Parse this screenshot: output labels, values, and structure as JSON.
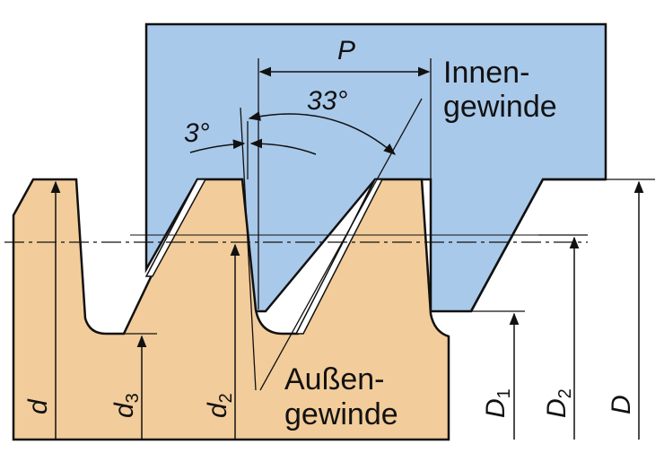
{
  "colors": {
    "internal_thread_fill": "#a9c9ea",
    "external_thread_fill": "#f2cc9a",
    "line": "#111111",
    "background": "#ffffff"
  },
  "labels": {
    "pitch": "P",
    "flank_angle_load": "33°",
    "flank_angle_back": "3°",
    "internal_thread": [
      "Innen-",
      "gewinde"
    ],
    "external_thread": [
      "Außen-",
      "gewinde"
    ]
  },
  "dimensions": {
    "external": [
      {
        "letter": "d",
        "subscript": ""
      },
      {
        "letter": "d",
        "subscript": "3"
      },
      {
        "letter": "d",
        "subscript": "2"
      }
    ],
    "internal": [
      {
        "letter": "D",
        "subscript": "1"
      },
      {
        "letter": "D",
        "subscript": "2"
      },
      {
        "letter": "D",
        "subscript": ""
      }
    ]
  }
}
